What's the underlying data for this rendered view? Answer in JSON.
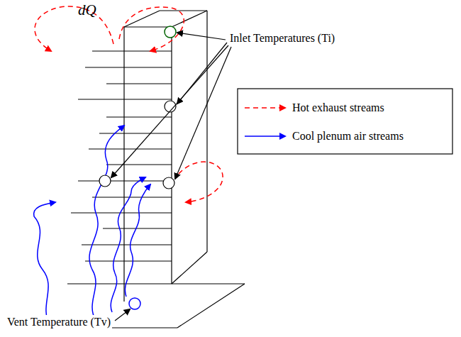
{
  "diagram": {
    "labels": [
      "dQ",
      "Inlet Temperatures (Ti)",
      "Vent Temperature (Tv)"
    ],
    "legend": [
      {
        "text": "Hot exhaust streams"
      },
      {
        "text": "Cool plenum air streams"
      }
    ]
  }
}
